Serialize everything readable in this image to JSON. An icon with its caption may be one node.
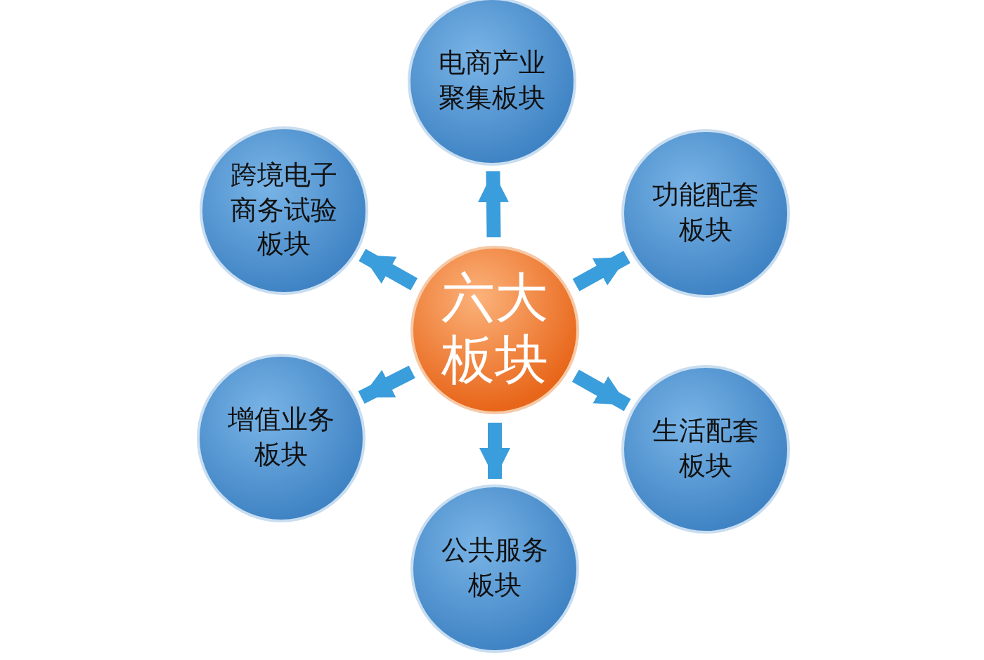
{
  "diagram": {
    "nodes": [
      {
        "text": [
          "六大板块"
        ]
      },
      {
        "text": [
          "电商产业聚集板块"
        ]
      },
      {
        "text": [
          "功能配套板块"
        ]
      },
      {
        "text": [
          "生活配套板块"
        ]
      },
      {
        "text": [
          "公共服务板块"
        ]
      },
      {
        "text": [
          "增值业务板块"
        ]
      },
      {
        "text": [
          "跨境电子商务试验板块"
        ]
      }
    ],
    "edges": [
      {
        "from": 0,
        "to": 1,
        "arrow": "to"
      },
      {
        "from": 0,
        "to": 2,
        "arrow": "to"
      },
      {
        "from": 0,
        "to": 3,
        "arrow": "to"
      },
      {
        "from": 0,
        "to": 4,
        "arrow": "to"
      },
      {
        "from": 0,
        "to": 5,
        "arrow": "to"
      },
      {
        "from": 0,
        "to": 6,
        "arrow": "to"
      }
    ]
  }
}
